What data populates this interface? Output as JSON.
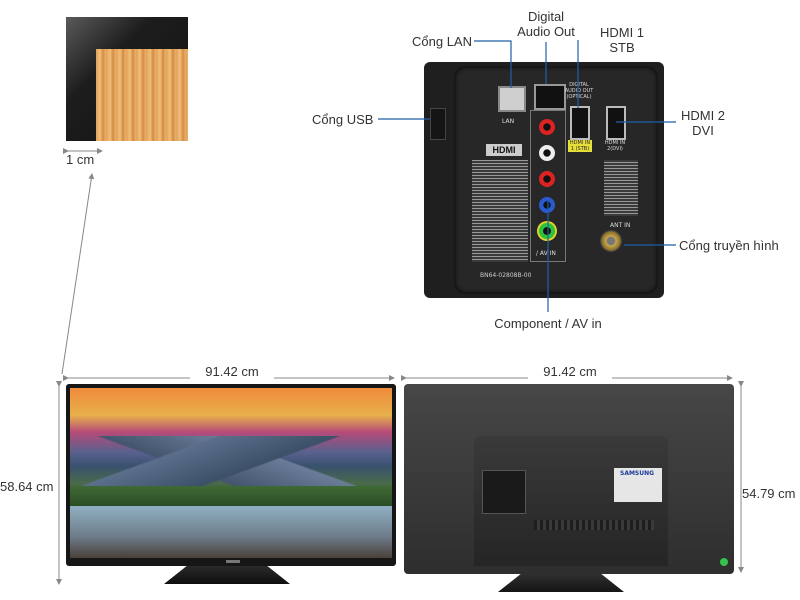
{
  "labels": {
    "digital_audio_line1": "Digital",
    "digital_audio_line2": "Audio Out",
    "lan": "Cổng LAN",
    "hdmi1_line1": "HDMI 1",
    "hdmi1_line2": "STB",
    "usb": "Cổng USB",
    "hdmi2_line1": "HDMI 2",
    "hdmi2_line2": "DVI",
    "tv_port": "Cổng truyền hình",
    "component": "Component / AV in",
    "bezel": "1 cm",
    "width_front": "91.42 cm",
    "width_back": "91.42 cm",
    "height_front": "58.64 cm",
    "height_back": "54.79 cm"
  },
  "panel_text": {
    "lan": "LAN",
    "optical": "DIGITAL AUDIO OUT (OPTICAL)",
    "hdmi_in1": "HDMI IN 1 (STB)",
    "hdmi_in2": "HDMI IN 2(DVI)",
    "ant_in": "ANT IN",
    "av_in": "/ AV IN",
    "hdmi_logo": "HDMI",
    "part_no": "BN64-02808B-00",
    "brand": "SAMSUNG"
  },
  "colors": {
    "line": "#1f5fa8",
    "panel": "#2b2b2b",
    "tv_body": "#1c1c1c",
    "back_cover": "#3b3b3b"
  }
}
